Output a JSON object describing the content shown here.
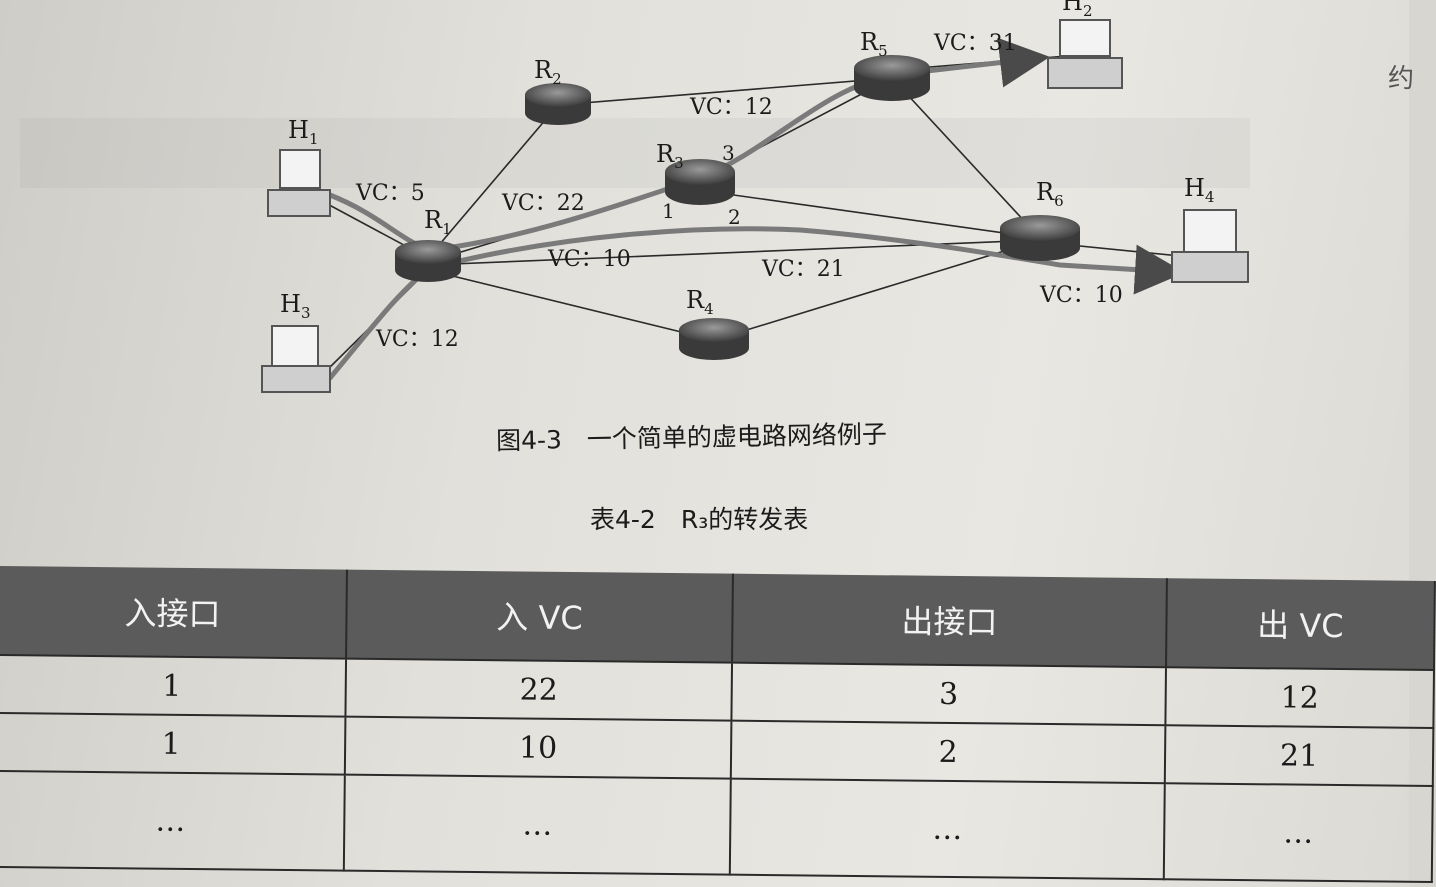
{
  "figure": {
    "caption": "图4-3　一个简单的虚电路网络例子",
    "routers": [
      {
        "id": "R1",
        "name": "R",
        "sub": "1"
      },
      {
        "id": "R2",
        "name": "R",
        "sub": "2"
      },
      {
        "id": "R3",
        "name": "R",
        "sub": "3"
      },
      {
        "id": "R4",
        "name": "R",
        "sub": "4"
      },
      {
        "id": "R5",
        "name": "R",
        "sub": "5"
      },
      {
        "id": "R6",
        "name": "R",
        "sub": "6"
      }
    ],
    "hosts": [
      {
        "id": "H1",
        "name": "H",
        "sub": "1"
      },
      {
        "id": "H2",
        "name": "H",
        "sub": "2"
      },
      {
        "id": "H3",
        "name": "H",
        "sub": "3"
      },
      {
        "id": "H4",
        "name": "H",
        "sub": "4"
      }
    ],
    "vc_labels": {
      "h1": "VC：5",
      "r1_r3": "VC：22",
      "r3_r5": "VC：12",
      "r5_h2": "VC：31",
      "r1_lower": "VC：10",
      "r3_r6": "VC：21",
      "h3": "VC：12",
      "r6_h4": "VC：10"
    },
    "r3_ports": {
      "p1": "1",
      "p2": "2",
      "p3": "3"
    }
  },
  "table": {
    "caption": "表4-2　R₃的转发表",
    "headers": [
      "入接口",
      "入 VC",
      "出接口",
      "出 VC"
    ],
    "rows": [
      [
        "1",
        "22",
        "3",
        "12"
      ],
      [
        "1",
        "10",
        "2",
        "21"
      ],
      [
        "…",
        "…",
        "…",
        "…"
      ]
    ]
  },
  "margin_text": "约"
}
